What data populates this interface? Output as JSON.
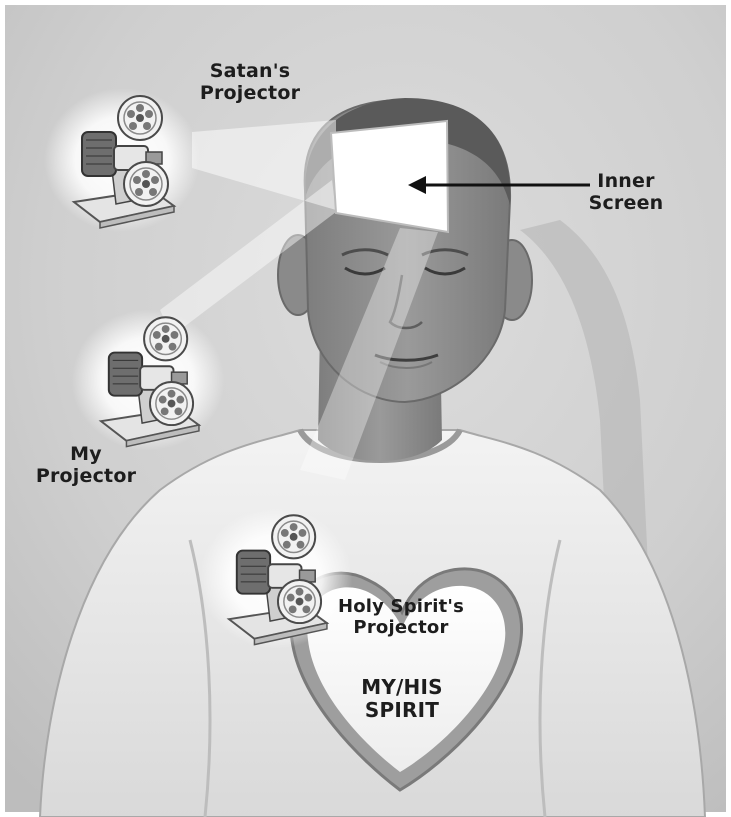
{
  "image": {
    "subject": "photo-illustration",
    "palette": {
      "background": "#d4d4d4",
      "skin": "#8c8c8c",
      "shirt": "#e9e9e9",
      "beam": "#ffffff",
      "text": "#1d1d1d"
    }
  },
  "labels": {
    "satan_projector": "Satan's\nProjector",
    "my_projector": "My\nProjector",
    "inner_screen": "Inner\nScreen",
    "holy_spirit_projector": "Holy Spirit's\nProjector",
    "my_his_spirit": "MY/HIS\nSPIRIT"
  },
  "icons": [
    "film-projector-icon",
    "film-projector-icon",
    "film-projector-icon",
    "heart-icon",
    "arrow-left-icon"
  ]
}
